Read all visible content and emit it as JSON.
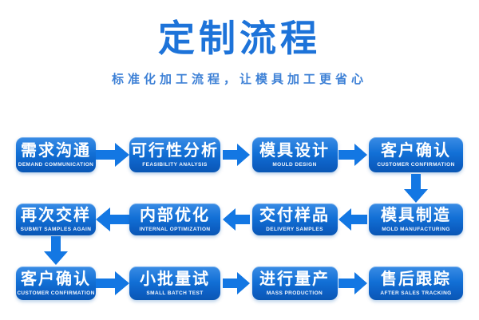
{
  "header": {
    "title": "定制流程",
    "subtitle": "标准化加工流程，让模具加工更省心"
  },
  "flow": {
    "rows": [
      {
        "direction": "right",
        "steps": [
          {
            "zh": "需求沟通",
            "en": "DEMAND COMMUNICATION"
          },
          {
            "zh": "可行性分析",
            "en": "FEASIBILITY ANALYSIS"
          },
          {
            "zh": "模具设计",
            "en": "MOULD DESIGN"
          },
          {
            "zh": "客户确认",
            "en": "CUSTOMER CONFIRMATION"
          }
        ]
      },
      {
        "direction": "left",
        "steps": [
          {
            "zh": "再次交样",
            "en": "SUBMIT SAMPLES AGAIN"
          },
          {
            "zh": "内部优化",
            "en": "INTERNAL OPTIMIZATION"
          },
          {
            "zh": "交付样品",
            "en": "DELIVERY SAMPLES"
          },
          {
            "zh": "模具制造",
            "en": "MOLD MANUFACTURING"
          }
        ]
      },
      {
        "direction": "right",
        "steps": [
          {
            "zh": "客户确认",
            "en": "CUSTOMER CONFIRMATION"
          },
          {
            "zh": "小批量试",
            "en": "SMALL BATCH TEST"
          },
          {
            "zh": "进行量产",
            "en": "MASS PRODUCTION"
          },
          {
            "zh": "售后跟踪",
            "en": "AFTER SALES TRACKING"
          }
        ]
      }
    ]
  },
  "colors": {
    "title_blue": "#1d73d9",
    "subtitle_blue": "#3e81d6",
    "box_gradient_top": "#3a8ce5",
    "box_gradient_bottom": "#0a57b4",
    "arrow_blue": "#1377e3",
    "text_white": "#ffffff",
    "background": "#ffffff"
  }
}
